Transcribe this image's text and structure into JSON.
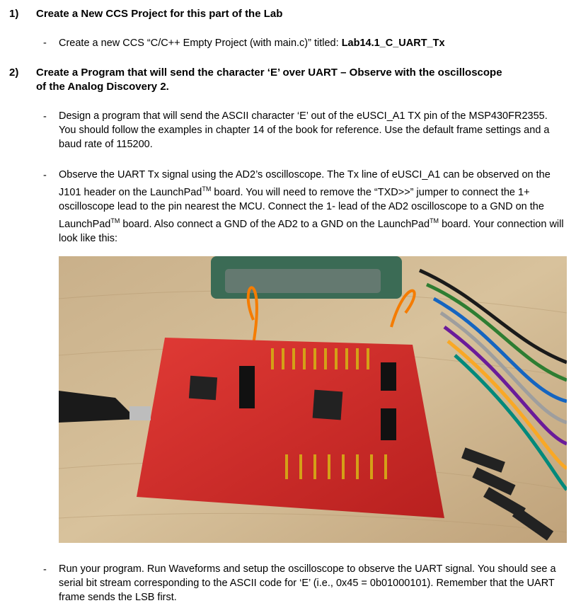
{
  "sections": [
    {
      "number": "1)",
      "title": "Create a New CCS Project for this part of the Lab",
      "bullets": [
        {
          "text": "Create a new CCS “C/C++ Empty Project (with main.c)” titled: ",
          "bold": "Lab14.1_C_UART_Tx"
        }
      ]
    },
    {
      "number": "2)",
      "title_line1": "Create a Program that will send the character ‘E’ over UART – Observe with the oscilloscope",
      "title_line2": "of the Analog Discovery 2.",
      "bullets": [
        {
          "text": "Design a program that will send the ASCII character ‘E’ out of the eUSCI_A1 TX pin of the MSP430FR2355.  You should follow the examples in chapter 14 of the book for reference.  Use the default frame settings and a baud rate of 115200."
        },
        {
          "p1": "Observe the UART Tx signal using the AD2’s oscilloscope.  The Tx line of eUSCI_A1 can be observed on the J101 header on the LaunchPad",
          "tm": "TM",
          "p2": " board.  You will need to remove the “TXD>>” jumper to connect the 1+ oscilloscope lead to the pin nearest the MCU.  Connect the 1- lead of the AD2 oscilloscope to a GND on the LaunchPad",
          "p3": " board.  Also connect a GND of the AD2 to a GND on the LaunchPad",
          "p4": " board.  Your connection will look like this:"
        },
        {
          "text": "Run your program.  Run Waveforms and setup the oscilloscope to observe the UART signal. You should see a serial bit stream corresponding to the ASCII code for ‘E’ (i.e., 0x45 = 0b01000101).  Remember that the UART frame sends the LSB first."
        }
      ]
    }
  ],
  "dash": "-"
}
